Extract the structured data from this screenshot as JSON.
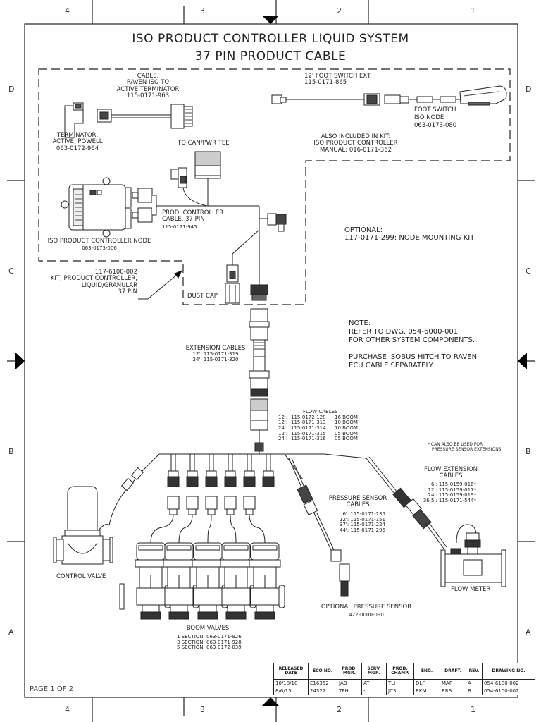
{
  "title": {
    "line1": "ISO PRODUCT CONTROLLER LIQUID SYSTEM",
    "line2": "37 PIN PRODUCT CABLE"
  },
  "zones": {
    "columns": [
      "4",
      "3",
      "2",
      "1"
    ],
    "rows": [
      "D",
      "C",
      "B",
      "A"
    ]
  },
  "labels": {
    "cable_raven": [
      "CABLE,",
      "RAVEN ISO TO",
      "ACTIVE TERMINATOR",
      "115-0171-963"
    ],
    "terminator": [
      "TERMINATOR,",
      "ACTIVE, POWELL",
      "063-0172-964"
    ],
    "foot_switch_ext": [
      "12' FOOT SWITCH EXT.",
      "115-0171-865"
    ],
    "foot_switch_node": [
      "FOOT SWITCH",
      "ISO NODE",
      "063-0173-080"
    ],
    "also_included": [
      "ALSO INCLUDED IN KIT:",
      "ISO PRODUCT CONTROLLER",
      "MANUAL: 016-0171-362"
    ],
    "can_pwr_tee": "TO CAN/PWR TEE",
    "prod_controller_cable": [
      "PROD. CONTROLLER",
      "CABLE, 37 PIN",
      "115-0171-945"
    ],
    "controller_node": [
      "ISO PRODUCT CONTROLLER NODE",
      "063-0173-006"
    ],
    "optional_kit": [
      "OPTIONAL:",
      "117-0171-299: NODE MOUNTING KIT"
    ],
    "kit": [
      "117-6100-002",
      "KIT, PRODUCT CONTROLLER,",
      "LIQUID/GRANULAR",
      "37 PIN"
    ],
    "dust_cap": "DUST CAP",
    "note": [
      "NOTE:",
      "REFER TO DWG. 054-6000-001",
      "FOR OTHER SYSTEM COMPONENTS.",
      "",
      "PURCHASE ISOBUS HITCH TO RAVEN",
      "ECU CABLE SEPARATELY."
    ],
    "extension_cables": {
      "title": "EXTENSION CABLES",
      "items": [
        "12': 115-0171-319",
        "24': 115-0171-320"
      ]
    },
    "flow_cables": {
      "title": "FLOW CABLES",
      "rows": [
        {
          "len": "12':",
          "part": "115-0172-128",
          "boom": "16 BOOM"
        },
        {
          "len": "12':",
          "part": "115-0171-313",
          "boom": "10 BOOM"
        },
        {
          "len": "24':",
          "part": "115-0171-314",
          "boom": "10 BOOM"
        },
        {
          "len": "12':",
          "part": "115-0171-315",
          "boom": "05 BOOM"
        },
        {
          "len": "24':",
          "part": "115-0171-316",
          "boom": "05 BOOM"
        }
      ]
    },
    "footnote": [
      "* CAN ALSO BE USED FOR",
      "PRESSURE SENSOR EXTENSIONS"
    ],
    "flow_extension": {
      "title": [
        "FLOW EXTENSION",
        "CABLES"
      ],
      "items": [
        "6': 115-0159-016*",
        "12': 115-0159-017*",
        "24': 115-0159-019*",
        "36.5': 115-0171-544*"
      ]
    },
    "pressure_sensor_cables": {
      "title": [
        "PRESSURE SENSOR",
        "CABLES"
      ],
      "items": [
        "6': 115-0171-235",
        "12': 115-0171-151",
        "37': 115-0171-224",
        "44': 115-0171-296"
      ]
    },
    "control_valve": "CONTROL VALVE",
    "flow_meter": "FLOW METER",
    "optional_pressure_sensor": [
      "OPTIONAL PRESSURE SENSOR",
      "422-0000-090"
    ],
    "boom_valves": {
      "title": "BOOM VALVES",
      "items": [
        "1 SECTION: 063-0171-926",
        "3 SECTION: 063-0171-928",
        "5 SECTION: 063-0172-039"
      ]
    },
    "page": "PAGE 1 OF 2"
  },
  "title_block": {
    "headers": [
      "RELEASED DATE",
      "ECO NO.",
      "PROD. MGR.",
      "SERV. MGR.",
      "PROD. CHAMP.",
      "ENG.",
      "DRAFT.",
      "REV.",
      "DRAWING NO."
    ],
    "rows": [
      [
        "10/18/10",
        "E16352",
        "JAB",
        "AT",
        "TLH",
        "DLF",
        "MAP",
        "A",
        "054-6100-002"
      ],
      [
        "8/6/15",
        "24322",
        "TPH",
        "-",
        "JCS",
        "RKM",
        "RRS",
        "B",
        "054-6100-002"
      ]
    ]
  }
}
